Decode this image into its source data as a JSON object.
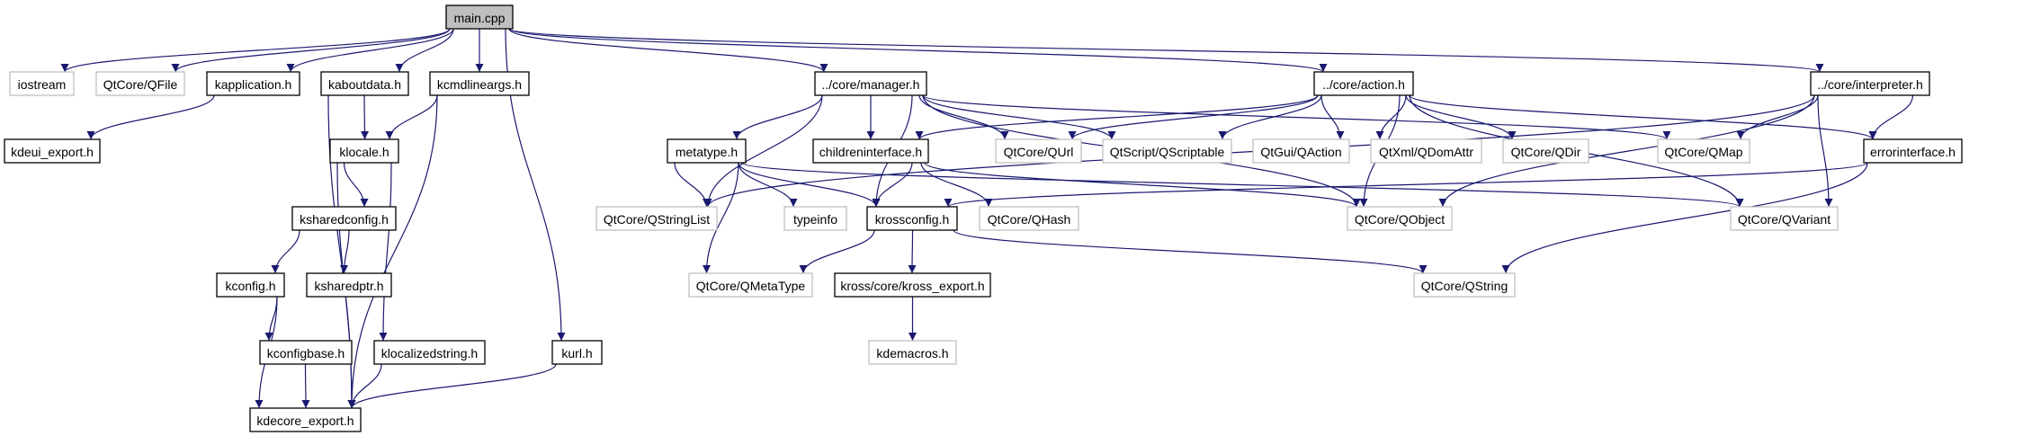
{
  "colors": {
    "edge": "#191970",
    "root_fill": "#bfbfbf",
    "external_border": "#bfbfbf",
    "documented_border": "#000000"
  },
  "nodes": [
    {
      "id": "main",
      "label": "main.cpp",
      "kind": "root"
    },
    {
      "id": "iostream",
      "label": "iostream",
      "kind": "external"
    },
    {
      "id": "qfile",
      "label": "QtCore/QFile",
      "kind": "external"
    },
    {
      "id": "kapplication",
      "label": "kapplication.h",
      "kind": "documented"
    },
    {
      "id": "kaboutdata",
      "label": "kaboutdata.h",
      "kind": "documented"
    },
    {
      "id": "kcmdlineargs",
      "label": "kcmdlineargs.h",
      "kind": "documented"
    },
    {
      "id": "manager",
      "label": "../core/manager.h",
      "kind": "documented"
    },
    {
      "id": "action",
      "label": "../core/action.h",
      "kind": "documented"
    },
    {
      "id": "interpreter",
      "label": "../core/interpreter.h",
      "kind": "documented"
    },
    {
      "id": "kdeui_export",
      "label": "kdeui_export.h",
      "kind": "documented"
    },
    {
      "id": "klocale",
      "label": "klocale.h",
      "kind": "documented"
    },
    {
      "id": "metatype",
      "label": "metatype.h",
      "kind": "documented"
    },
    {
      "id": "childreninterface",
      "label": "childreninterface.h",
      "kind": "documented"
    },
    {
      "id": "qurl",
      "label": "QtCore/QUrl",
      "kind": "external"
    },
    {
      "id": "qscriptable",
      "label": "QtScript/QScriptable",
      "kind": "external"
    },
    {
      "id": "qaction",
      "label": "QtGui/QAction",
      "kind": "external"
    },
    {
      "id": "qdomattr",
      "label": "QtXml/QDomAttr",
      "kind": "external"
    },
    {
      "id": "qdir",
      "label": "QtCore/QDir",
      "kind": "external"
    },
    {
      "id": "qmap",
      "label": "QtCore/QMap",
      "kind": "external"
    },
    {
      "id": "errorinterface",
      "label": "errorinterface.h",
      "kind": "documented"
    },
    {
      "id": "ksharedconfig",
      "label": "ksharedconfig.h",
      "kind": "documented"
    },
    {
      "id": "qstringlist",
      "label": "QtCore/QStringList",
      "kind": "external"
    },
    {
      "id": "typeinfo",
      "label": "typeinfo",
      "kind": "external"
    },
    {
      "id": "krossconfig",
      "label": "krossconfig.h",
      "kind": "documented"
    },
    {
      "id": "qhash",
      "label": "QtCore/QHash",
      "kind": "external"
    },
    {
      "id": "qobject",
      "label": "QtCore/QObject",
      "kind": "external"
    },
    {
      "id": "qvariant",
      "label": "QtCore/QVariant",
      "kind": "external"
    },
    {
      "id": "kconfig",
      "label": "kconfig.h",
      "kind": "documented"
    },
    {
      "id": "ksharedptr",
      "label": "ksharedptr.h",
      "kind": "documented"
    },
    {
      "id": "qmetatype",
      "label": "QtCore/QMetaType",
      "kind": "external"
    },
    {
      "id": "kross_export",
      "label": "kross/core/kross_export.h",
      "kind": "documented"
    },
    {
      "id": "qstring",
      "label": "QtCore/QString",
      "kind": "external"
    },
    {
      "id": "kconfigbase",
      "label": "kconfigbase.h",
      "kind": "documented"
    },
    {
      "id": "klocalizedstring",
      "label": "klocalizedstring.h",
      "kind": "documented"
    },
    {
      "id": "kurl",
      "label": "kurl.h",
      "kind": "documented"
    },
    {
      "id": "kdemacros",
      "label": "kdemacros.h",
      "kind": "external"
    },
    {
      "id": "kdecore_export",
      "label": "kdecore_export.h",
      "kind": "documented"
    }
  ],
  "edges": [
    [
      "main",
      "iostream"
    ],
    [
      "main",
      "qfile"
    ],
    [
      "main",
      "kapplication"
    ],
    [
      "main",
      "kaboutdata"
    ],
    [
      "main",
      "kcmdlineargs"
    ],
    [
      "main",
      "kurl"
    ],
    [
      "main",
      "manager"
    ],
    [
      "main",
      "action"
    ],
    [
      "main",
      "interpreter"
    ],
    [
      "kapplication",
      "kdeui_export"
    ],
    [
      "kaboutdata",
      "klocale"
    ],
    [
      "kaboutdata",
      "kdecore_export"
    ],
    [
      "kcmdlineargs",
      "klocale"
    ],
    [
      "kcmdlineargs",
      "kdecore_export"
    ],
    [
      "klocale",
      "ksharedconfig"
    ],
    [
      "klocale",
      "kdecore_export"
    ],
    [
      "klocale",
      "klocalizedstring"
    ],
    [
      "ksharedconfig",
      "kconfig"
    ],
    [
      "ksharedconfig",
      "ksharedptr"
    ],
    [
      "kconfig",
      "kconfigbase"
    ],
    [
      "kconfig",
      "kdecore_export"
    ],
    [
      "kconfigbase",
      "kdecore_export"
    ],
    [
      "klocalizedstring",
      "kdecore_export"
    ],
    [
      "kurl",
      "kdecore_export"
    ],
    [
      "manager",
      "qstringlist"
    ],
    [
      "manager",
      "metatype"
    ],
    [
      "manager",
      "childreninterface"
    ],
    [
      "manager",
      "krossconfig"
    ],
    [
      "manager",
      "qurl"
    ],
    [
      "manager",
      "qscriptable"
    ],
    [
      "manager",
      "qobject"
    ],
    [
      "manager",
      "qmap"
    ],
    [
      "metatype",
      "qstringlist"
    ],
    [
      "metatype",
      "qmetatype"
    ],
    [
      "metatype",
      "typeinfo"
    ],
    [
      "metatype",
      "krossconfig"
    ],
    [
      "metatype",
      "qvariant"
    ],
    [
      "childreninterface",
      "krossconfig"
    ],
    [
      "childreninterface",
      "qhash"
    ],
    [
      "childreninterface",
      "qobject"
    ],
    [
      "action",
      "childreninterface"
    ],
    [
      "action",
      "qurl"
    ],
    [
      "action",
      "qscriptable"
    ],
    [
      "action",
      "qaction"
    ],
    [
      "action",
      "qdomattr"
    ],
    [
      "action",
      "qdir"
    ],
    [
      "action",
      "qobject"
    ],
    [
      "action",
      "qvariant"
    ],
    [
      "action",
      "errorinterface"
    ],
    [
      "interpreter",
      "qmap"
    ],
    [
      "interpreter",
      "errorinterface"
    ],
    [
      "interpreter",
      "qstringlist"
    ],
    [
      "interpreter",
      "qobject"
    ],
    [
      "interpreter",
      "qvariant"
    ],
    [
      "errorinterface",
      "krossconfig"
    ],
    [
      "errorinterface",
      "qstring"
    ],
    [
      "krossconfig",
      "qmetatype"
    ],
    [
      "krossconfig",
      "kross_export"
    ],
    [
      "krossconfig",
      "qstring"
    ],
    [
      "kross_export",
      "kdemacros"
    ]
  ]
}
